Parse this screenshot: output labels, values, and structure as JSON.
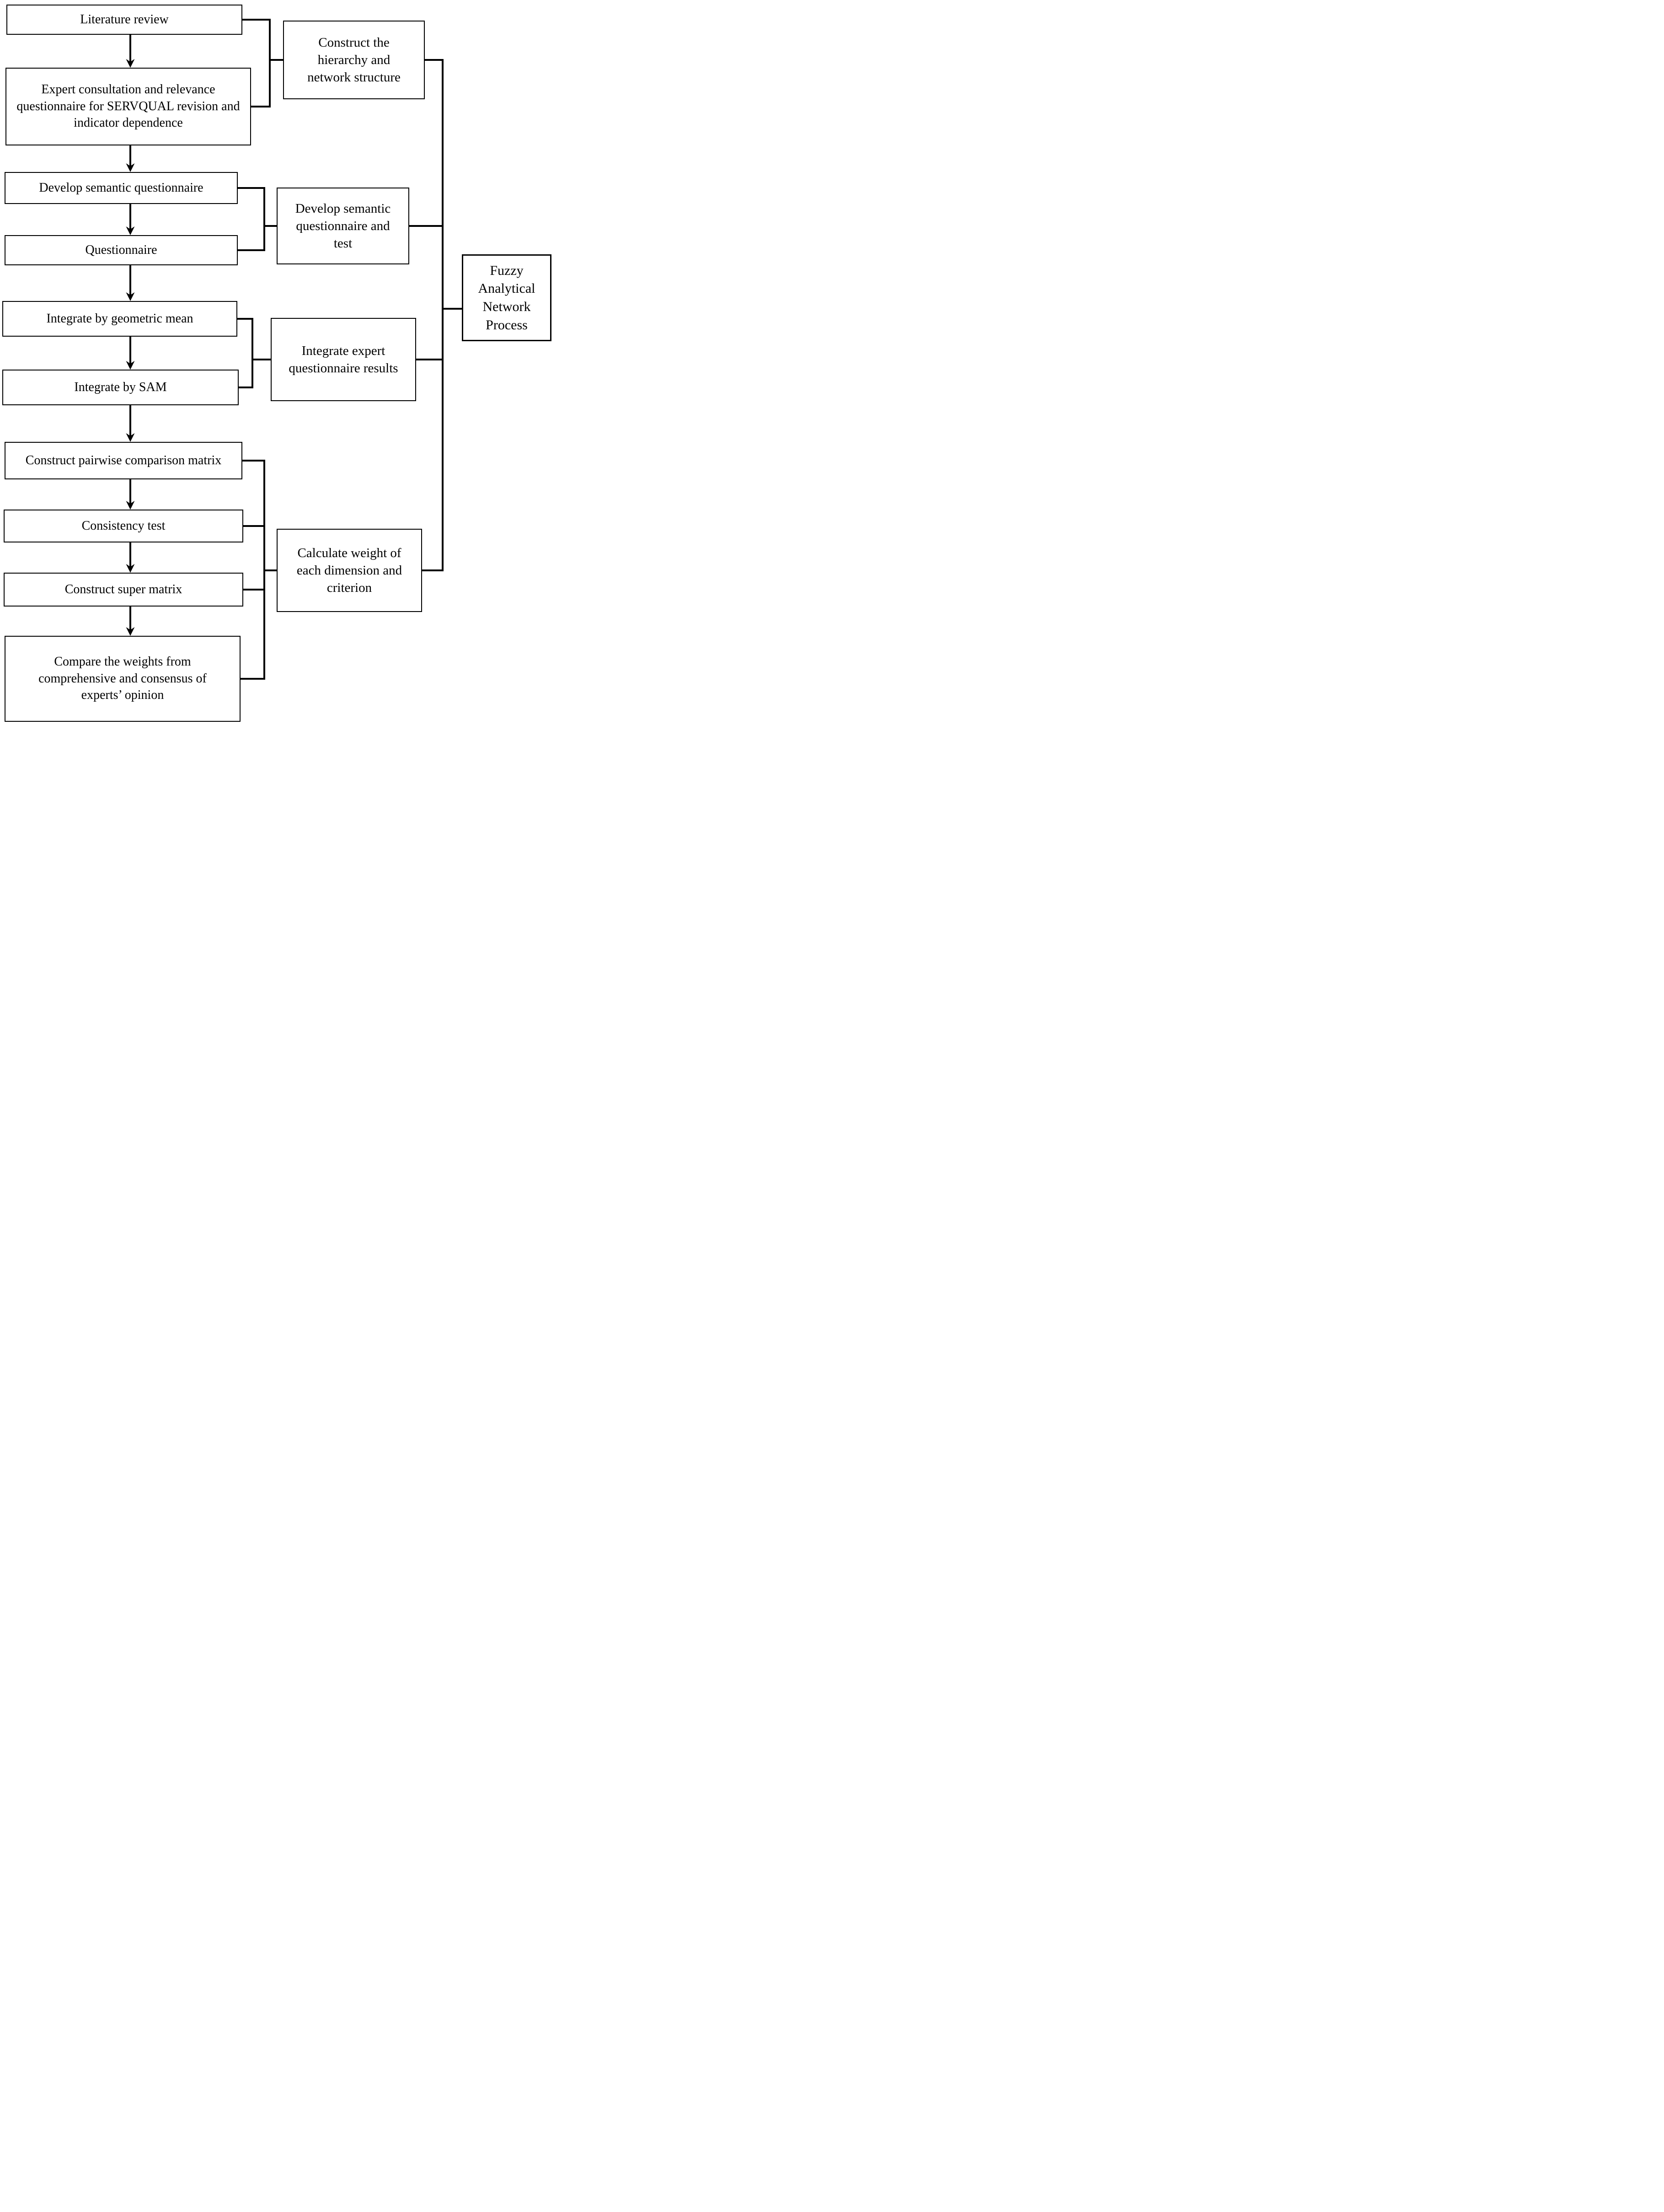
{
  "figure": {
    "background_color": "#ffffff",
    "line_color": "#000000",
    "text_color": "#000000"
  },
  "steps": [
    {
      "id": "literature-review",
      "label": "Literature review"
    },
    {
      "id": "expert-consultation",
      "label": "Expert consultation and relevance questionnaire for SERVQUAL revision and indicator dependence"
    },
    {
      "id": "develop-semantic",
      "label": "Develop semantic questionnaire"
    },
    {
      "id": "questionnaire",
      "label": "Questionnaire"
    },
    {
      "id": "integrate-geometric-mean",
      "label": "Integrate by geometric mean"
    },
    {
      "id": "integrate-sam",
      "label": "Integrate by SAM"
    },
    {
      "id": "pairwise-matrix",
      "label": "Construct pairwise comparison matrix"
    },
    {
      "id": "consistency-test",
      "label": "Consistency test"
    },
    {
      "id": "super-matrix",
      "label": "Construct super matrix"
    },
    {
      "id": "compare-weights",
      "label": "Compare the weights from comprehensive and consensus of experts’ opinion"
    }
  ],
  "groups": [
    {
      "id": "construct-hierarchy",
      "label": "Construct the hierarchy and network structure",
      "covers": [
        "literature-review",
        "expert-consultation"
      ]
    },
    {
      "id": "semantic-and-test",
      "label": "Develop semantic questionnaire and test",
      "covers": [
        "develop-semantic",
        "questionnaire"
      ]
    },
    {
      "id": "integrate-expert-results",
      "label": "Integrate expert questionnaire results",
      "covers": [
        "integrate-geometric-mean",
        "integrate-sam"
      ]
    },
    {
      "id": "calculate-weight",
      "label": "Calculate weight of each dimension and criterion",
      "covers": [
        "pairwise-matrix",
        "consistency-test",
        "super-matrix",
        "compare-weights"
      ]
    }
  ],
  "result": {
    "id": "fuzzy-anp",
    "label": "Fuzzy Analytical Network Process"
  },
  "flow_arrows": [
    {
      "from": "literature-review",
      "to": "expert-consultation"
    },
    {
      "from": "expert-consultation",
      "to": "develop-semantic"
    },
    {
      "from": "develop-semantic",
      "to": "questionnaire"
    },
    {
      "from": "questionnaire",
      "to": "integrate-geometric-mean"
    },
    {
      "from": "integrate-geometric-mean",
      "to": "integrate-sam"
    },
    {
      "from": "integrate-sam",
      "to": "pairwise-matrix"
    },
    {
      "from": "pairwise-matrix",
      "to": "consistency-test"
    },
    {
      "from": "consistency-test",
      "to": "super-matrix"
    },
    {
      "from": "super-matrix",
      "to": "compare-weights"
    }
  ]
}
